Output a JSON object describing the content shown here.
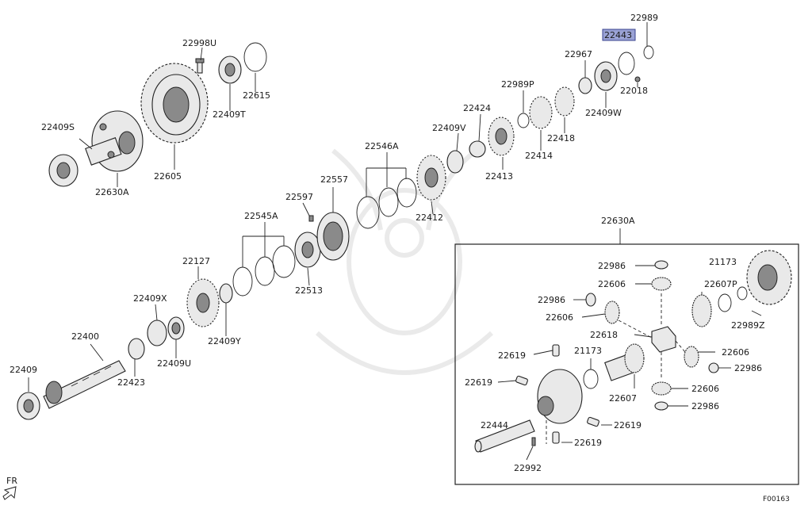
{
  "diagram": {
    "callouts": [
      {
        "id": "c22998U",
        "label": "22998U",
        "highlighted": false
      },
      {
        "id": "c22615",
        "label": "22615",
        "highlighted": false
      },
      {
        "id": "c22409T",
        "label": "22409T",
        "highlighted": false
      },
      {
        "id": "c22409S",
        "label": "22409S",
        "highlighted": false
      },
      {
        "id": "c22605",
        "label": "22605",
        "highlighted": false
      },
      {
        "id": "c22630A_top",
        "label": "22630A",
        "highlighted": false
      },
      {
        "id": "c22989",
        "label": "22989",
        "highlighted": false
      },
      {
        "id": "c22443",
        "label": "22443",
        "highlighted": true
      },
      {
        "id": "c22967",
        "label": "22967",
        "highlighted": false
      },
      {
        "id": "c22018",
        "label": "22018",
        "highlighted": false
      },
      {
        "id": "c22409W",
        "label": "22409W",
        "highlighted": false
      },
      {
        "id": "c22989P",
        "label": "22989P",
        "highlighted": false
      },
      {
        "id": "c22424",
        "label": "22424",
        "highlighted": false
      },
      {
        "id": "c22409V",
        "label": "22409V",
        "highlighted": false
      },
      {
        "id": "c22418",
        "label": "22418",
        "highlighted": false
      },
      {
        "id": "c22414",
        "label": "22414",
        "highlighted": false
      },
      {
        "id": "c22413",
        "label": "22413",
        "highlighted": false
      },
      {
        "id": "c22546A",
        "label": "22546A",
        "highlighted": false
      },
      {
        "id": "c22557",
        "label": "22557",
        "highlighted": false
      },
      {
        "id": "c22412",
        "label": "22412",
        "highlighted": false
      },
      {
        "id": "c22597",
        "label": "22597",
        "highlighted": false
      },
      {
        "id": "c22545A",
        "label": "22545A",
        "highlighted": false
      },
      {
        "id": "c22513",
        "label": "22513",
        "highlighted": false
      },
      {
        "id": "c22127",
        "label": "22127",
        "highlighted": false
      },
      {
        "id": "c22409X",
        "label": "22409X",
        "highlighted": false
      },
      {
        "id": "c22409Y",
        "label": "22409Y",
        "highlighted": false
      },
      {
        "id": "c22400",
        "label": "22400",
        "highlighted": false
      },
      {
        "id": "c22409U",
        "label": "22409U",
        "highlighted": false
      },
      {
        "id": "c22423",
        "label": "22423",
        "highlighted": false
      },
      {
        "id": "c22409",
        "label": "22409",
        "highlighted": false
      },
      {
        "id": "c22630A_box",
        "label": "22630A",
        "highlighted": false
      },
      {
        "id": "c22986_a",
        "label": "22986",
        "highlighted": false
      },
      {
        "id": "c22606_a",
        "label": "22606",
        "highlighted": false
      },
      {
        "id": "c21173_a",
        "label": "21173",
        "highlighted": false
      },
      {
        "id": "c22607P",
        "label": "22607P",
        "highlighted": false
      },
      {
        "id": "c22986_b",
        "label": "22986",
        "highlighted": false
      },
      {
        "id": "c22606_b",
        "label": "22606",
        "highlighted": false
      },
      {
        "id": "c22989Z",
        "label": "22989Z",
        "highlighted": false
      },
      {
        "id": "c22618",
        "label": "22618",
        "highlighted": false
      },
      {
        "id": "c22606_c",
        "label": "22606",
        "highlighted": false
      },
      {
        "id": "c22619_a",
        "label": "22619",
        "highlighted": false
      },
      {
        "id": "c21173_b",
        "label": "21173",
        "highlighted": false
      },
      {
        "id": "c22986_c",
        "label": "22986",
        "highlighted": false
      },
      {
        "id": "c22619_b",
        "label": "22619",
        "highlighted": false
      },
      {
        "id": "c22607",
        "label": "22607",
        "highlighted": false
      },
      {
        "id": "c22606_d",
        "label": "22606",
        "highlighted": false
      },
      {
        "id": "c22444",
        "label": "22444",
        "highlighted": false
      },
      {
        "id": "c22986_d",
        "label": "22986",
        "highlighted": false
      },
      {
        "id": "c22619_c",
        "label": "22619",
        "highlighted": false
      },
      {
        "id": "c22619_d",
        "label": "22619",
        "highlighted": false
      },
      {
        "id": "c22992",
        "label": "22992",
        "highlighted": false
      }
    ],
    "orientation_label": "FR",
    "figure_code": "F00163"
  },
  "colors": {
    "highlight_fill": "#9aa2d4",
    "highlight_stroke": "#3a438f",
    "line": "#222222",
    "part_fill": "#e9e9e9"
  }
}
